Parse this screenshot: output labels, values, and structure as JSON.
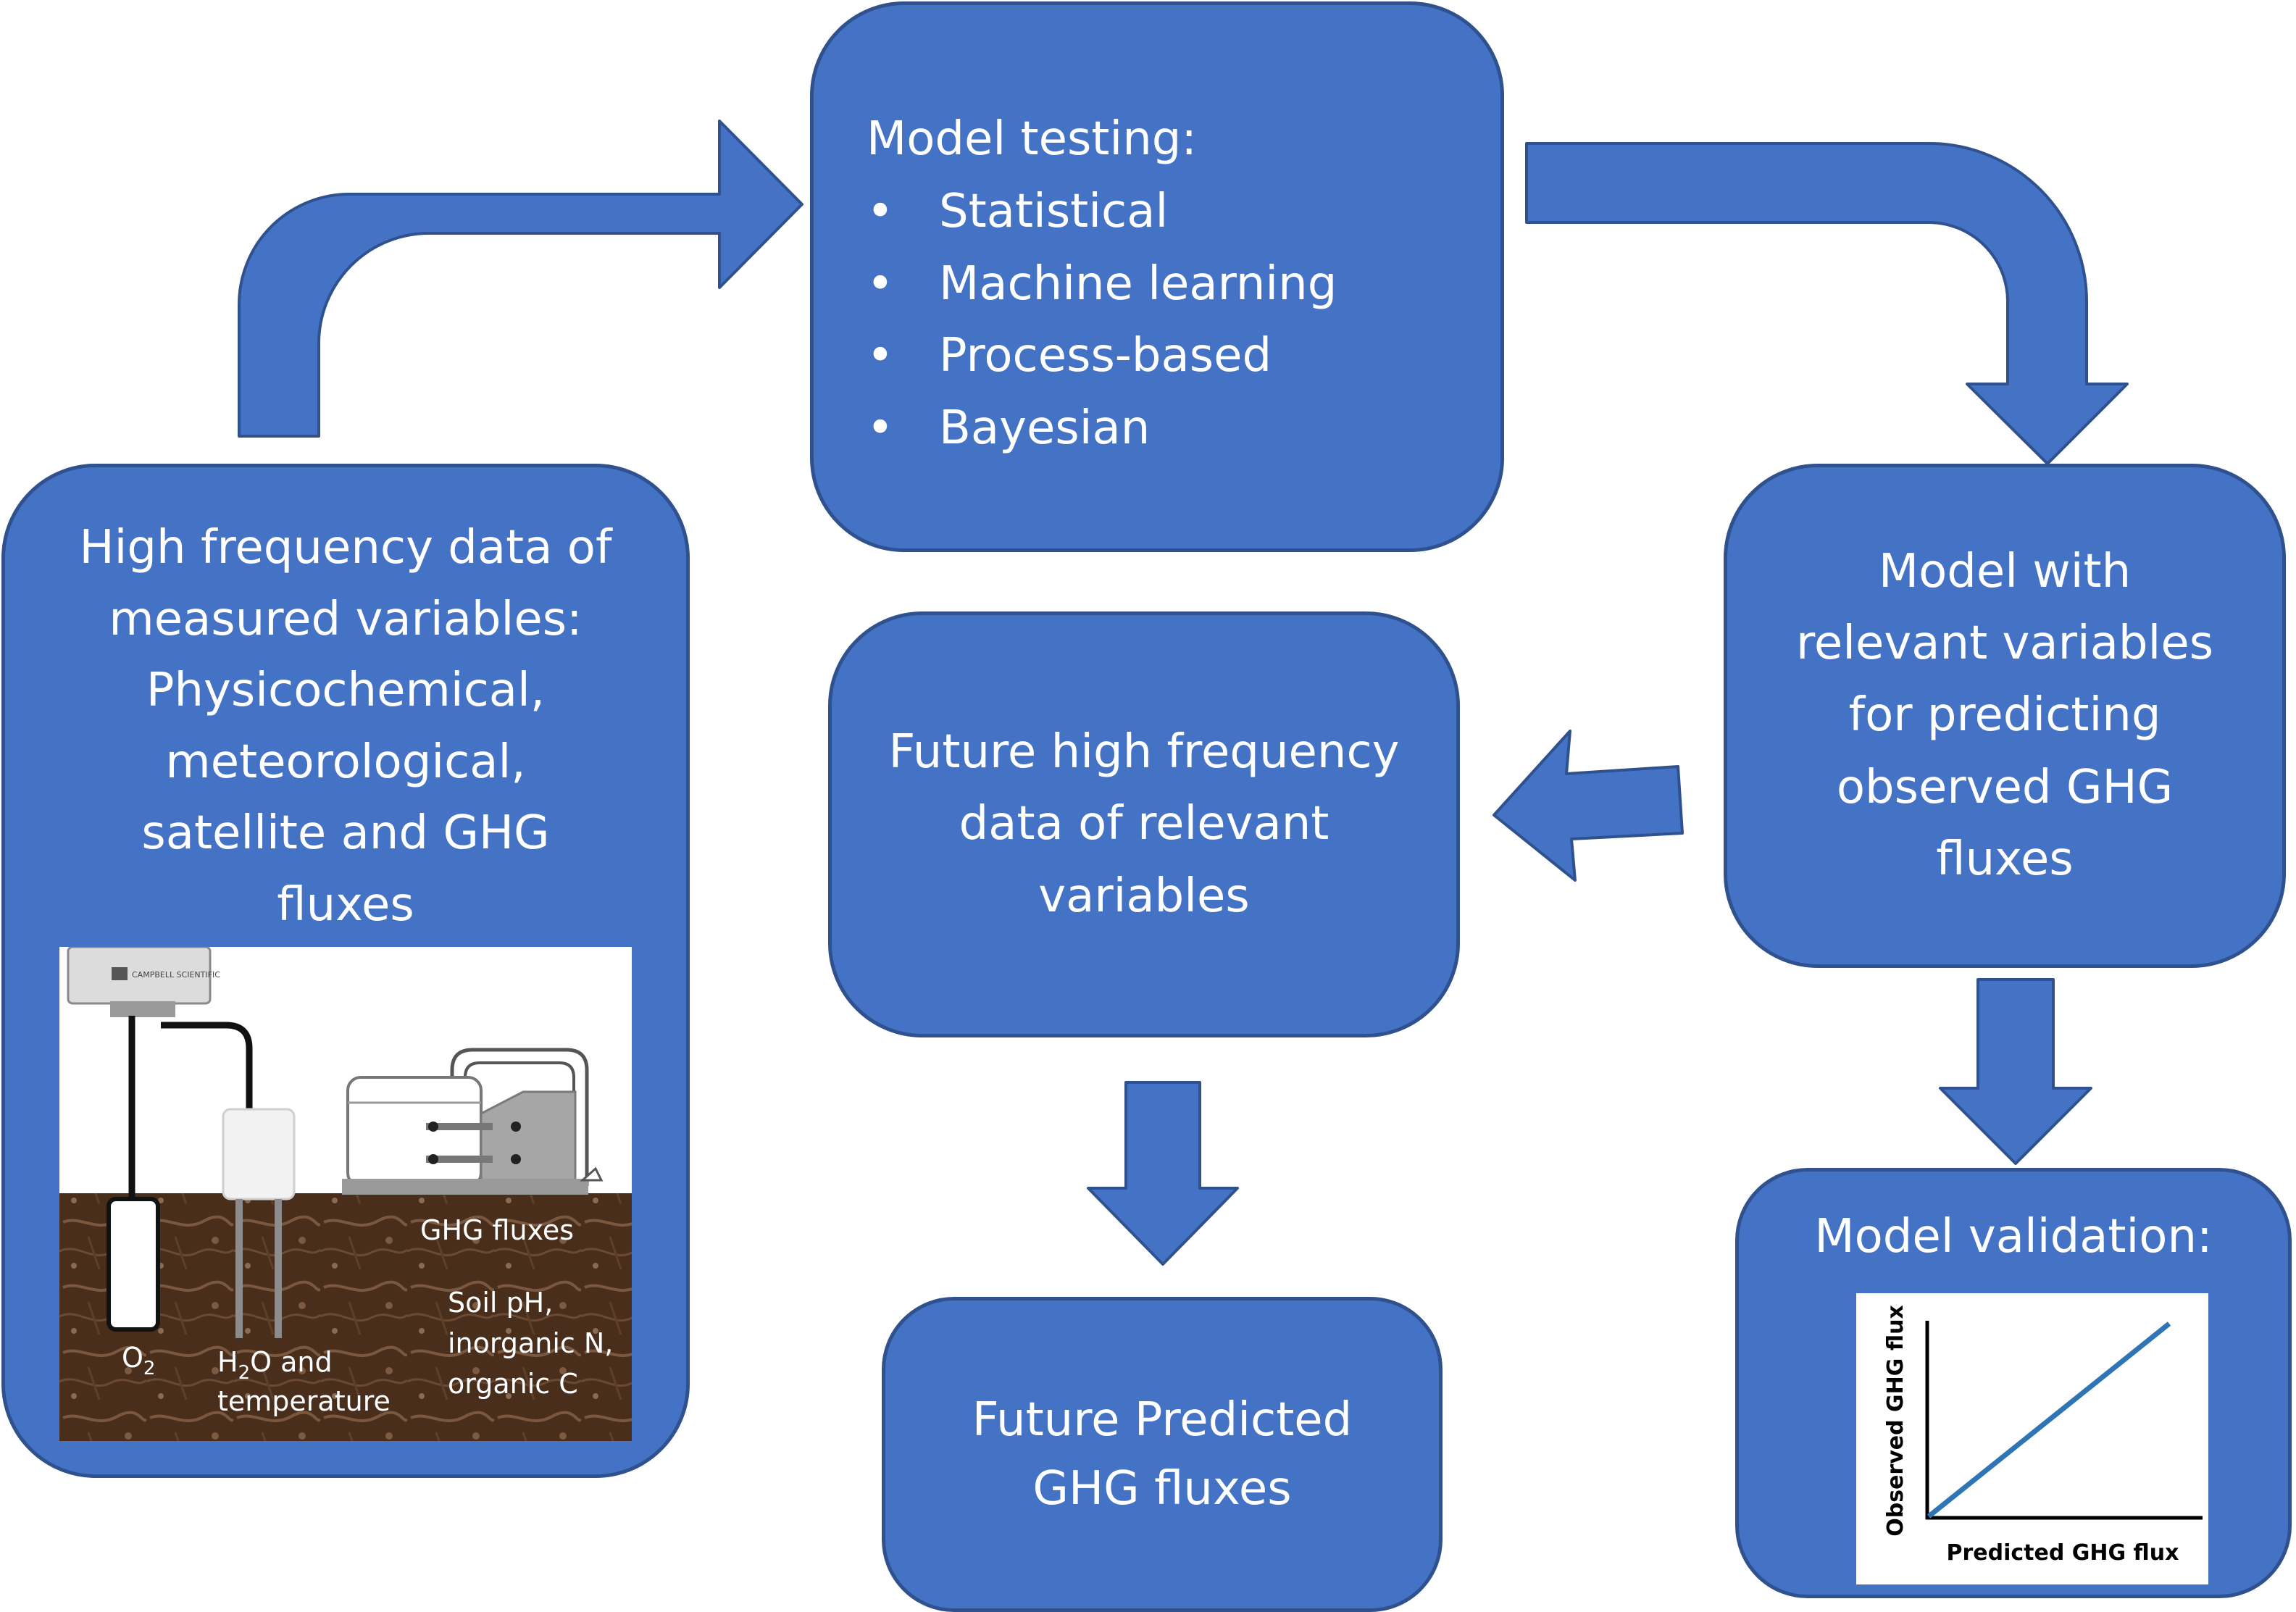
{
  "colors": {
    "box_fill": "#4472C4",
    "box_border": "#2F528F",
    "text": "#FFFFFF",
    "plot_line": "#2E75B6"
  },
  "high_frequency_box": {
    "lines": [
      "High frequency data of",
      "measured variables:",
      "Physicochemical,",
      "meteorological,",
      "satellite and GHG",
      "fluxes"
    ],
    "illustration": {
      "logger_brand": "CAMPBELL SCIENTIFIC",
      "labels": {
        "ghg_fluxes": "GHG fluxes",
        "soil_line1": "Soil pH,",
        "soil_line2": "inorganic N,",
        "soil_line3": "organic C",
        "oxygen_base": "O",
        "oxygen_sub": "2",
        "water_h": "H",
        "water_sub": "2",
        "water_rest": "O and",
        "water_line2": "temperature"
      }
    }
  },
  "model_testing_box": {
    "title": "Model testing:",
    "items": [
      "Statistical",
      "Machine learning",
      "Process-based",
      "Bayesian"
    ]
  },
  "relevant_model_box": {
    "lines": [
      "Model with",
      "relevant variables",
      "for predicting",
      "observed GHG",
      "fluxes"
    ]
  },
  "future_data_box": {
    "lines": [
      "Future high frequency",
      "data of  relevant",
      "variables"
    ]
  },
  "future_predicted_box": {
    "lines": [
      "Future Predicted",
      "GHG fluxes"
    ]
  },
  "validation_box": {
    "title": "Model validation:",
    "plot": {
      "xlabel": "Predicted GHG flux",
      "ylabel": "Observed GHG flux"
    }
  },
  "arrows": [
    {
      "from": "high_frequency_box",
      "to": "model_testing_box"
    },
    {
      "from": "model_testing_box",
      "to": "relevant_model_box"
    },
    {
      "from": "relevant_model_box",
      "to": "future_data_box"
    },
    {
      "from": "relevant_model_box",
      "to": "validation_box"
    },
    {
      "from": "future_data_box",
      "to": "future_predicted_box"
    }
  ]
}
